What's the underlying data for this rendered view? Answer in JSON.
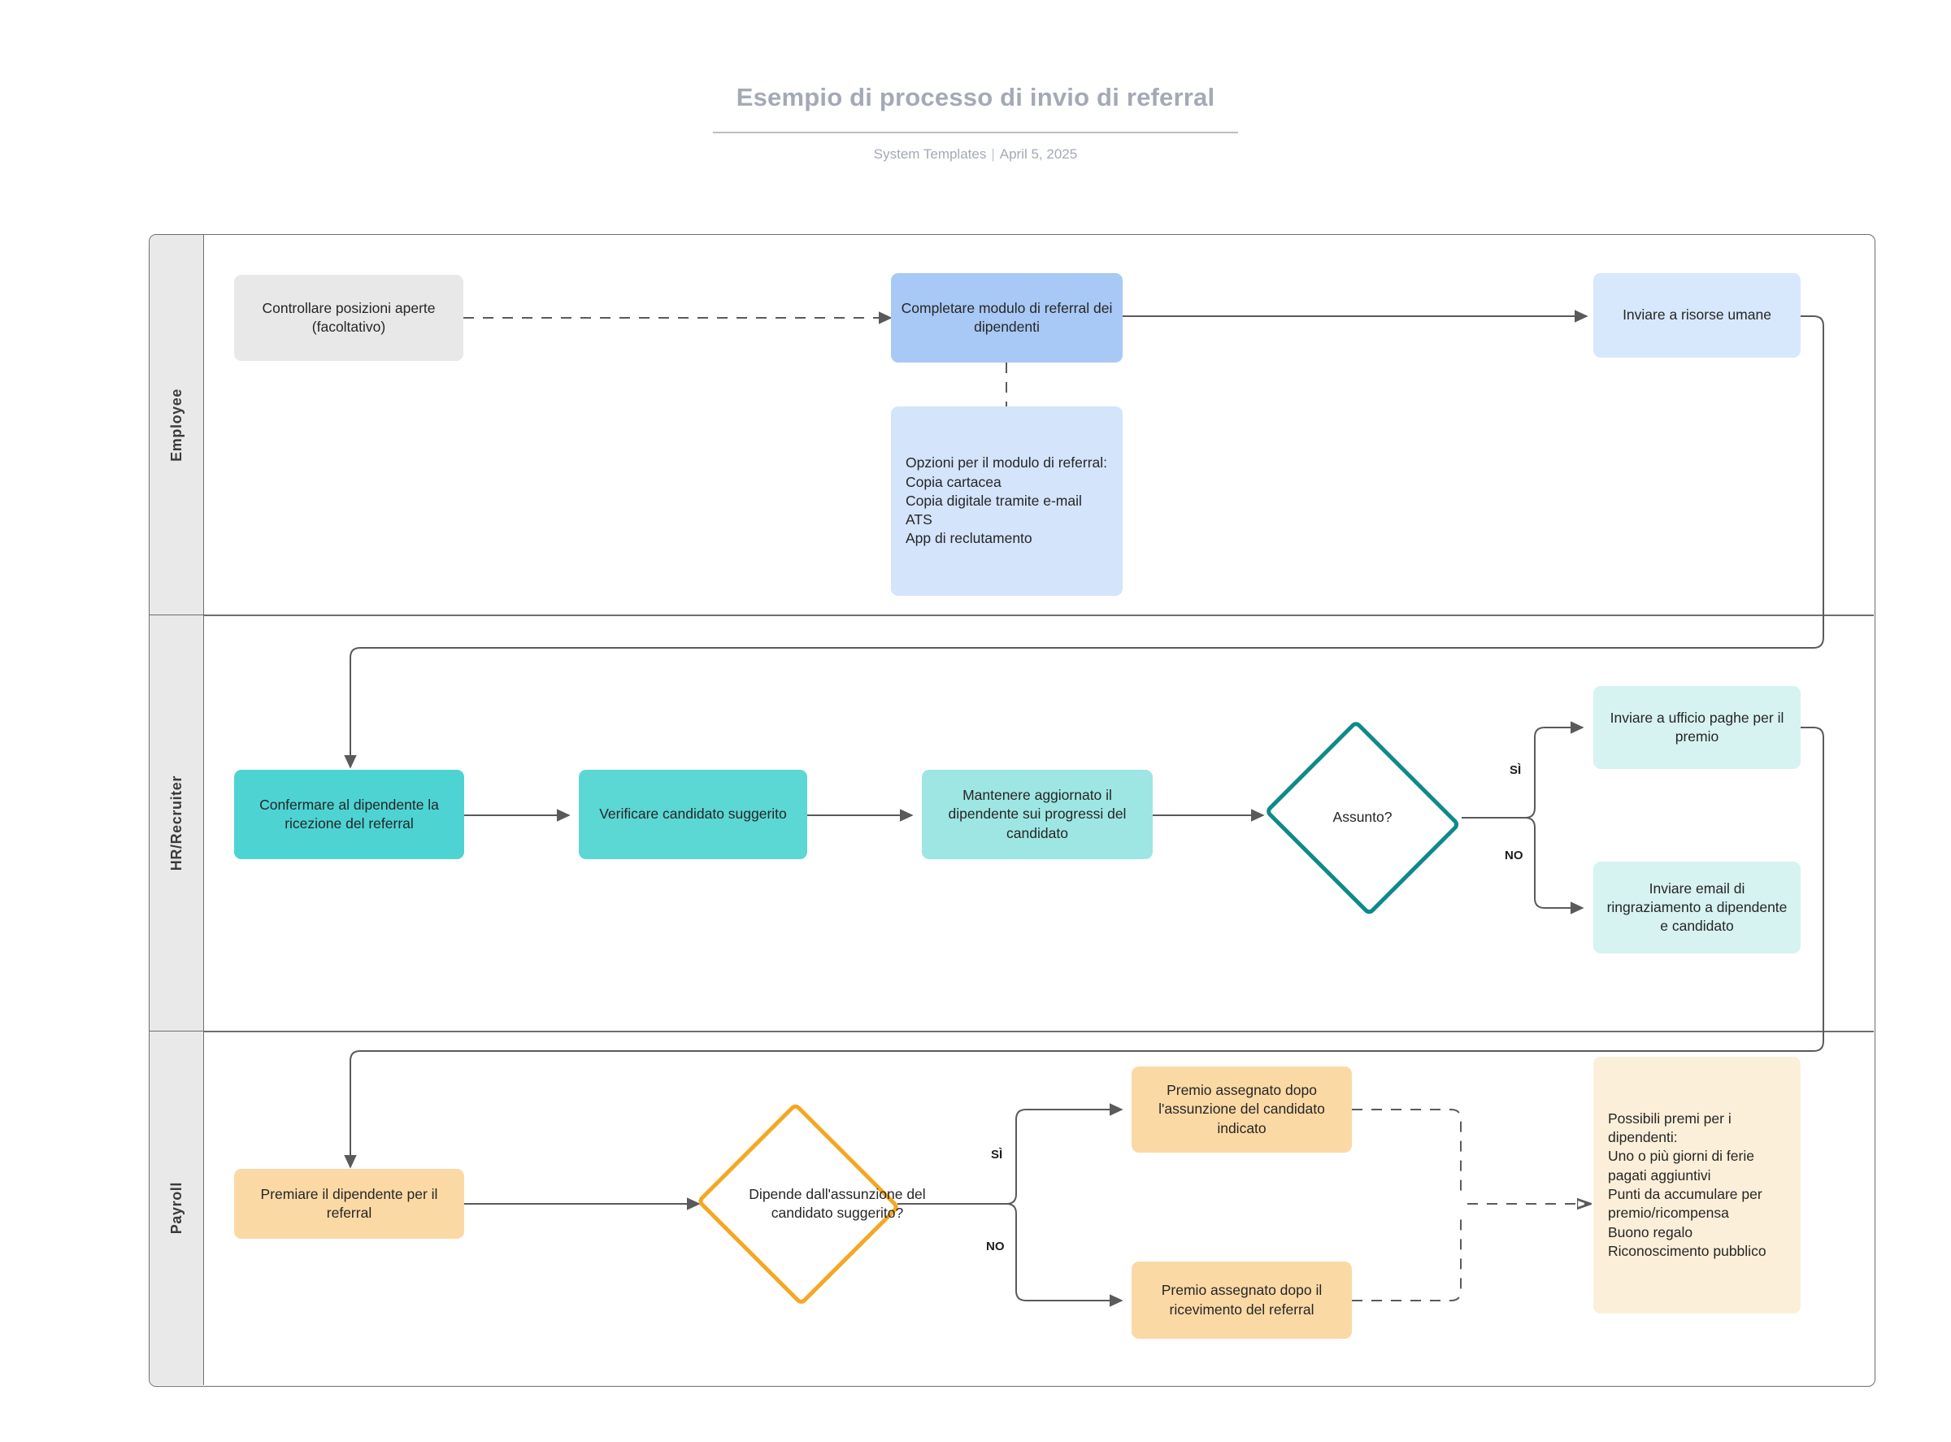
{
  "header": {
    "title": "Esempio di processo di invio di referral",
    "author": "System Templates",
    "separator": "|",
    "date": "April 5, 2025"
  },
  "colors": {
    "title_text": "#a4a9b6",
    "lane_header_bg": "#e9e9e9",
    "frame_border": "#6e6e6e",
    "gray_node": "#e8e8e8",
    "blue_node": "#a8c8f5",
    "blue_note": "#d3e4fb",
    "blue_light": "#d8e8fc",
    "teal_strong": "#4ed3d3",
    "teal_mid": "#9ee6e3",
    "teal_pale": "#d6f3f1",
    "teal_outline": "#0e8a8a",
    "orange_node": "#fbd9a5",
    "orange_note": "#fcefd9",
    "orange_outline": "#f5a623",
    "connector": "#5a5a5a"
  },
  "lanes": [
    {
      "id": "employee",
      "label": "Employee"
    },
    {
      "id": "hr",
      "label": "HR/Recruiter"
    },
    {
      "id": "payroll",
      "label": "Payroll"
    }
  ],
  "nodes": {
    "check_positions": "Controllare posizioni aperte (facoltativo)",
    "complete_form": "Completare modulo di referral dei dipendenti",
    "form_options": "Opzioni per il modulo di referral:\nCopia cartacea\nCopia digitale tramite e-mail\nATS\nApp di reclutamento",
    "send_to_hr": "Inviare a risorse umane",
    "confirm_receipt": "Confermare al dipendente la ricezione del referral",
    "verify_candidate": "Verificare candidato suggerito",
    "keep_updated": "Mantenere aggiornato il dipendente sui progressi del candidato",
    "hired_decision": "Assunto?",
    "send_payroll": "Inviare a ufficio paghe per il premio",
    "send_thanks": "Inviare email di ringraziamento a dipendente e candidato",
    "reward_employee": "Premiare il dipendente per il referral",
    "depends_decision": "Dipende dall'assunzione del candidato suggerito?",
    "award_after_hire": "Premio assegnato dopo l'assunzione del candidato indicato",
    "award_after_referral": "Premio assegnato dopo il ricevimento del referral",
    "possible_rewards": "Possibili premi per i dipendenti:\nUno o più giorni di ferie pagati aggiuntivi\n Punti da accumulare per\npremio/ricompensa\nBuono regalo\nRiconoscimento pubblico"
  },
  "edge_labels": {
    "hired_yes": "SÌ",
    "hired_no": "NO",
    "depends_yes": "SÌ",
    "depends_no": "NO"
  }
}
